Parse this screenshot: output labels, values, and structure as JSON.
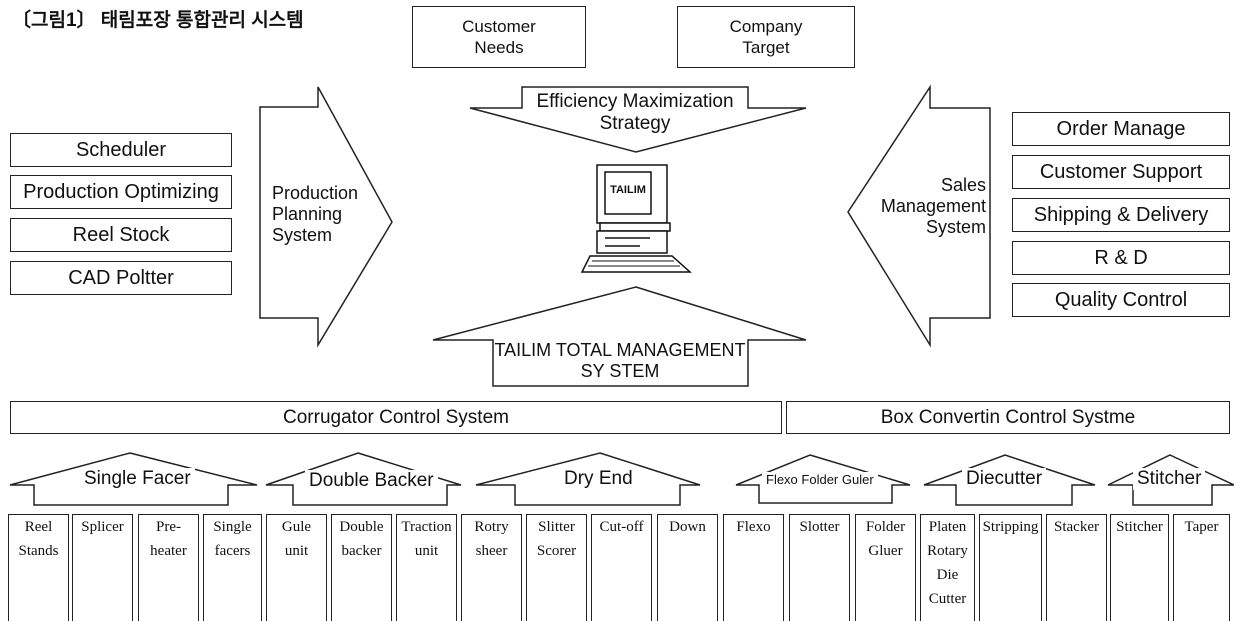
{
  "title": "〔그림1〕 태림포장 통합관리 시스템",
  "top_inputs": [
    "Customer\nNeeds",
    "Company\nTarget"
  ],
  "strategy_arrow": "Efficiency Maximization\nStrategy",
  "computer_screen_label": "TAILIM",
  "total_arrow": "TAILIM TOTAL MANAGEMENT\nSY STEM",
  "production_arrow": "Production\nPlanning\nSystem",
  "sales_arrow": "Sales\nManagement\nSystem",
  "production_modules": [
    "Scheduler",
    "Production Optimizing",
    "Reel Stock",
    "CAD Poltter"
  ],
  "sales_modules": [
    "Order Manage",
    "Customer Support",
    "Shipping & Delivery",
    "R & D",
    "Quality Control"
  ],
  "control_systems": [
    "Corrugator Control System",
    "Box Convertin Control Systme"
  ],
  "process_groups": [
    "Single Facer",
    "Double Backer",
    "Dry End",
    "Flexo Folder Guler",
    "Diecutter",
    "Stitcher"
  ],
  "units": [
    "Reel\nStands",
    "Splicer",
    "Pre-\nheater",
    "Single\nfacers",
    "Gule\nunit",
    "Double\nbacker",
    "Traction\nunit",
    "Rotry\nsheer",
    "Slitter\nScorer",
    "Cut-off",
    "Down",
    "Flexo",
    "Slotter",
    "Folder\nGluer",
    "Platen\nRotary\nDie\nCutter",
    "Stripping",
    "Stacker",
    "Stitcher",
    "Taper"
  ]
}
